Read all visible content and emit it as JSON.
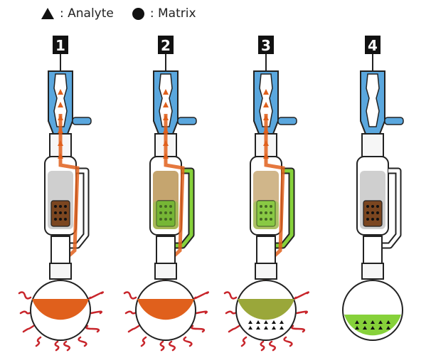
{
  "legend": {
    "analyte_symbol": "triangle",
    "analyte_label": ": Analyte",
    "matrix_symbol": "circle",
    "matrix_label": ": Matrix"
  },
  "steps": [
    {
      "label": "1",
      "heated": true,
      "thimble": "brown",
      "siphon": "empty",
      "flask": "orange"
    },
    {
      "label": "2",
      "heated": true,
      "thimble": "green",
      "siphon": "siphoning",
      "flask": "orange"
    },
    {
      "label": "3",
      "heated": true,
      "thimble": "green-light",
      "siphon": "siphoning",
      "flask": "green-orange"
    },
    {
      "label": "4",
      "heated": false,
      "thimble": "brown",
      "siphon": "empty",
      "flask": "green"
    }
  ],
  "colors": {
    "condenser": "#5aa7de",
    "orange": "#e0601c",
    "green": "#86d13a",
    "brown": "#7b4620",
    "heat": "#c8252b",
    "glass": "#222222",
    "label_bg": "#111111"
  }
}
